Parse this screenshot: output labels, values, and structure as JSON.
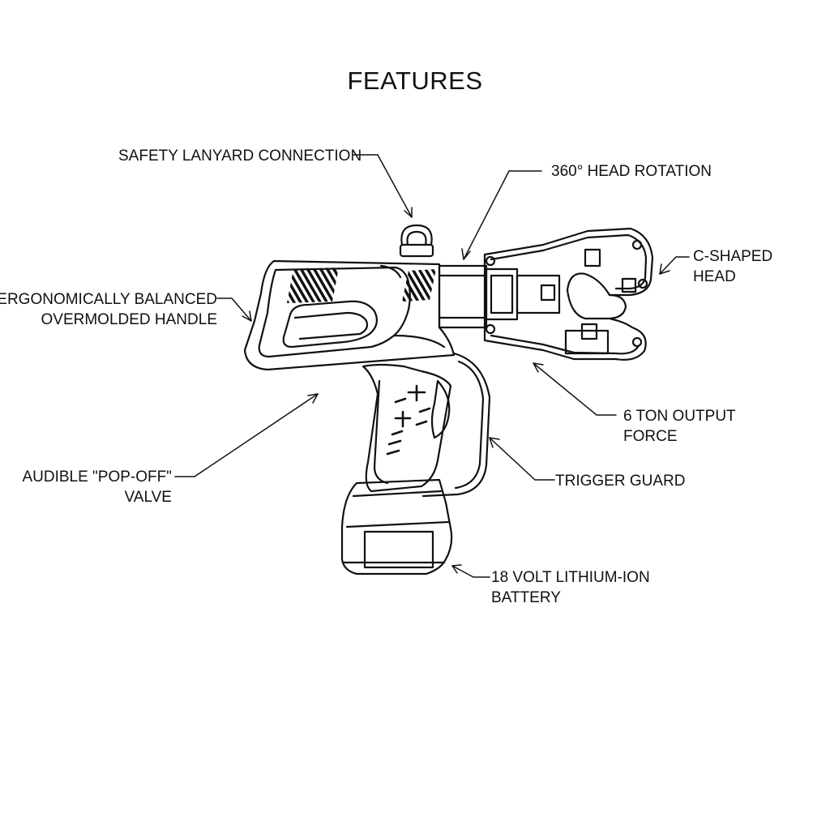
{
  "title": "FEATURES",
  "callouts": {
    "lanyard": [
      "SAFETY LANYARD CONNECTION"
    ],
    "rotation": [
      "360° HEAD ROTATION"
    ],
    "head": [
      "C-SHAPED",
      "HEAD"
    ],
    "handle": [
      "ERGONOMICALLY BALANCED",
      "OVERMOLDED HANDLE"
    ],
    "force": [
      "6 TON OUTPUT",
      "FORCE"
    ],
    "valve": [
      "AUDIBLE \"POP-OFF\"",
      "VALVE"
    ],
    "guard": [
      "TRIGGER GUARD"
    ],
    "battery": [
      "18 VOLT LITHIUM-ION",
      "BATTERY"
    ]
  },
  "colors": {
    "ink": "#111111",
    "paper": "#ffffff"
  }
}
